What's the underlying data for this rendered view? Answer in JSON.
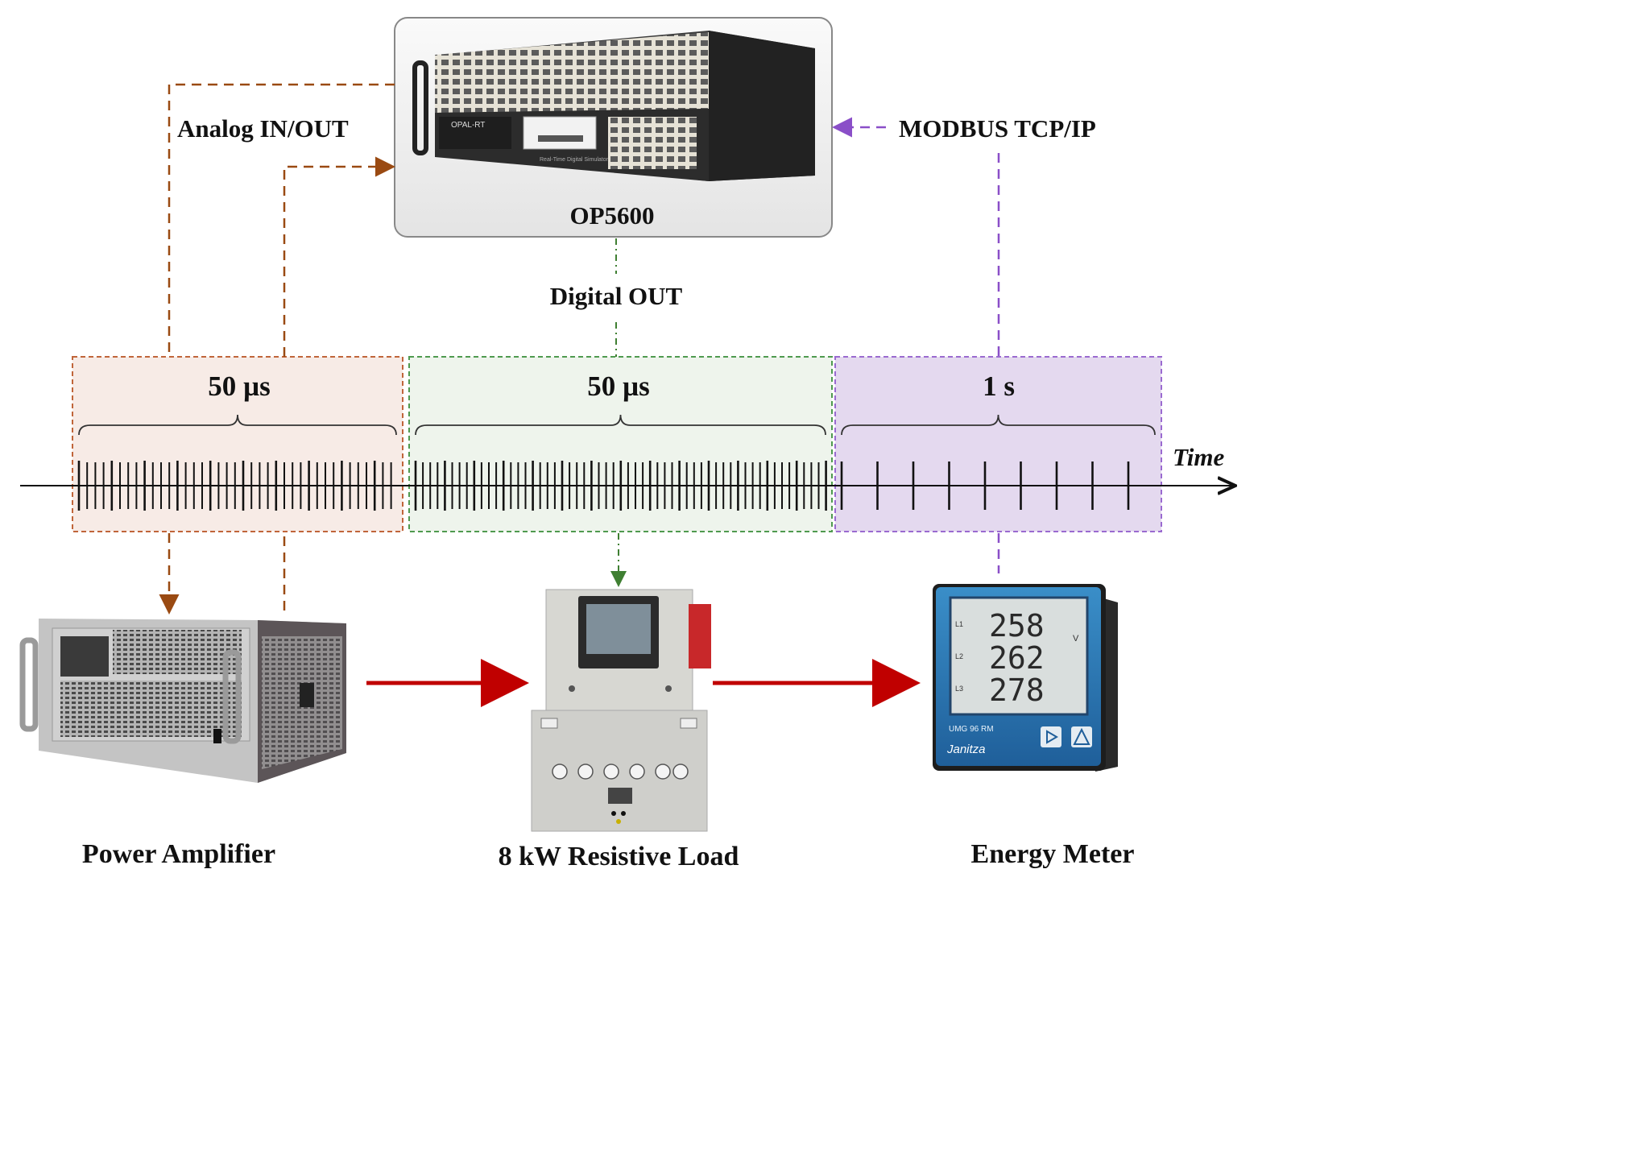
{
  "labels": {
    "op5600": "OP5600",
    "analog_io": "Analog IN/OUT",
    "modbus": "MODBUS TCP/IP",
    "digital_out": "Digital OUT",
    "time_axis": "Time",
    "power_amplifier": "Power Amplifier",
    "resistive_load": "8 kW Resistive Load",
    "energy_meter": "Energy Meter"
  },
  "timesteps": [
    {
      "label": "50 µs",
      "color": "#c0653a",
      "fill": "#f7ebe6"
    },
    {
      "label": "50 µs",
      "color": "#4f9a4f",
      "fill": "#eef4ec"
    },
    {
      "label": "1 s",
      "color": "#9a6ad0",
      "fill": "#e4d9ef"
    }
  ],
  "device_art": {
    "op5600_brand": "OPAL-RT",
    "op5600_sub": "Real-Time Digital Simulator",
    "meter_readings": [
      "258",
      "262",
      "278"
    ],
    "meter_lines": [
      "L1",
      "L2",
      "L3"
    ],
    "meter_unit": "V",
    "meter_model": "UMG 96 RM",
    "meter_brand": "Janitza"
  },
  "colors": {
    "analog": "#9a4a12",
    "digital": "#3f7f32",
    "modbus": "#8a4fc8",
    "power_flow": "#c00000",
    "axis": "#111111"
  }
}
